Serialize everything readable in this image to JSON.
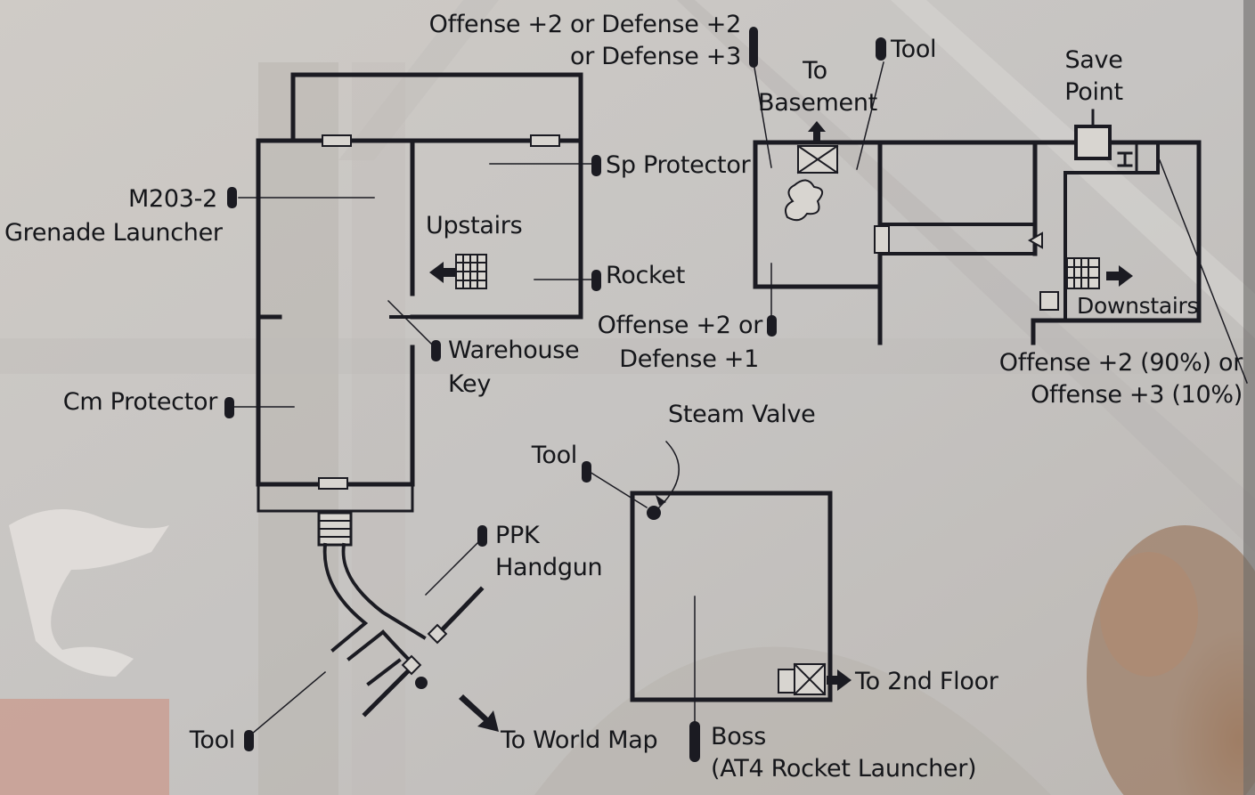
{
  "colors": {
    "line": "#1b1b22",
    "label": "#15161a",
    "background": "#c9c6c2"
  },
  "labels": {
    "offense_defense_top_1": "Offense +2 or Defense +2",
    "offense_defense_top_2": "or Defense +3",
    "tool_top": "Tool",
    "to_basement_1": "To",
    "to_basement_2": "Basement",
    "save_point_1": "Save",
    "save_point_2": "Point",
    "sp_protector": "Sp Protector",
    "m203_1": "M203-2",
    "m203_2": "Grenade Launcher",
    "upstairs": "Upstairs",
    "rocket": "Rocket",
    "offense_defense_mid_1": "Offense +2 or",
    "offense_defense_mid_2": "Defense +1",
    "downstairs": "Downstairs",
    "warehouse_key_1": "Warehouse",
    "warehouse_key_2": "Key",
    "offense_pct_1": "Offense +2 (90%) or",
    "offense_pct_2": "Offense +3 (10%)",
    "cm_protector": "Cm Protector",
    "steam_valve": "Steam Valve",
    "tool_mid": "Tool",
    "ppk_1": "PPK",
    "ppk_2": "Handgun",
    "to_2nd_floor": "To 2nd Floor",
    "tool_bottom": "Tool",
    "to_world_map": "To World Map",
    "boss_1": "Boss",
    "boss_2": "(AT4 Rocket Launcher)"
  },
  "icons": [
    "item-marker-icon",
    "arrow-icon",
    "stairs-icon",
    "crate-icon",
    "door-icon"
  ]
}
